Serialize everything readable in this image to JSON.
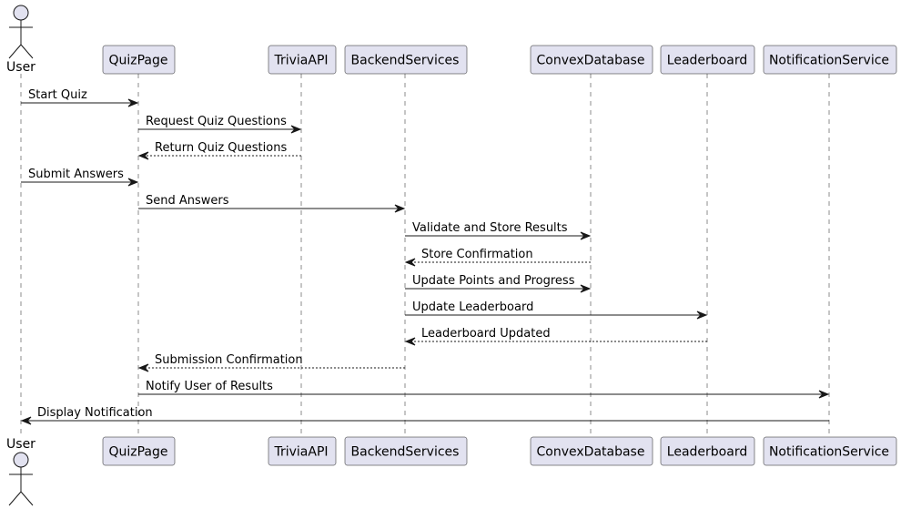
{
  "diagram": {
    "colors": {
      "participant_fill": "#E2E2F0",
      "participant_border": "#181818",
      "lifeline": "#181818",
      "arrow": "#181818",
      "text": "#000000"
    },
    "participants": [
      {
        "id": "user",
        "label": "User",
        "kind": "actor"
      },
      {
        "id": "quizpage",
        "label": "QuizPage",
        "kind": "box"
      },
      {
        "id": "triviaapi",
        "label": "TriviaAPI",
        "kind": "box"
      },
      {
        "id": "backend",
        "label": "BackendServices",
        "kind": "box"
      },
      {
        "id": "convex",
        "label": "ConvexDatabase",
        "kind": "box"
      },
      {
        "id": "leaderboard",
        "label": "Leaderboard",
        "kind": "box"
      },
      {
        "id": "notify",
        "label": "NotificationService",
        "kind": "box"
      }
    ],
    "messages": [
      {
        "from": "user",
        "to": "quizpage",
        "label": "Start Quiz",
        "style": "solid"
      },
      {
        "from": "quizpage",
        "to": "triviaapi",
        "label": "Request Quiz Questions",
        "style": "solid"
      },
      {
        "from": "triviaapi",
        "to": "quizpage",
        "label": "Return Quiz Questions",
        "style": "dashed"
      },
      {
        "from": "user",
        "to": "quizpage",
        "label": "Submit Answers",
        "style": "solid"
      },
      {
        "from": "quizpage",
        "to": "backend",
        "label": "Send Answers",
        "style": "solid"
      },
      {
        "from": "backend",
        "to": "convex",
        "label": "Validate and Store Results",
        "style": "solid"
      },
      {
        "from": "convex",
        "to": "backend",
        "label": "Store Confirmation",
        "style": "dashed"
      },
      {
        "from": "backend",
        "to": "convex",
        "label": "Update Points and Progress",
        "style": "solid"
      },
      {
        "from": "backend",
        "to": "leaderboard",
        "label": "Update Leaderboard",
        "style": "solid"
      },
      {
        "from": "leaderboard",
        "to": "backend",
        "label": "Leaderboard Updated",
        "style": "dashed"
      },
      {
        "from": "backend",
        "to": "quizpage",
        "label": "Submission Confirmation",
        "style": "dashed"
      },
      {
        "from": "quizpage",
        "to": "notify",
        "label": "Notify User of Results",
        "style": "solid"
      },
      {
        "from": "notify",
        "to": "user",
        "label": "Display Notification",
        "style": "solid"
      }
    ]
  }
}
